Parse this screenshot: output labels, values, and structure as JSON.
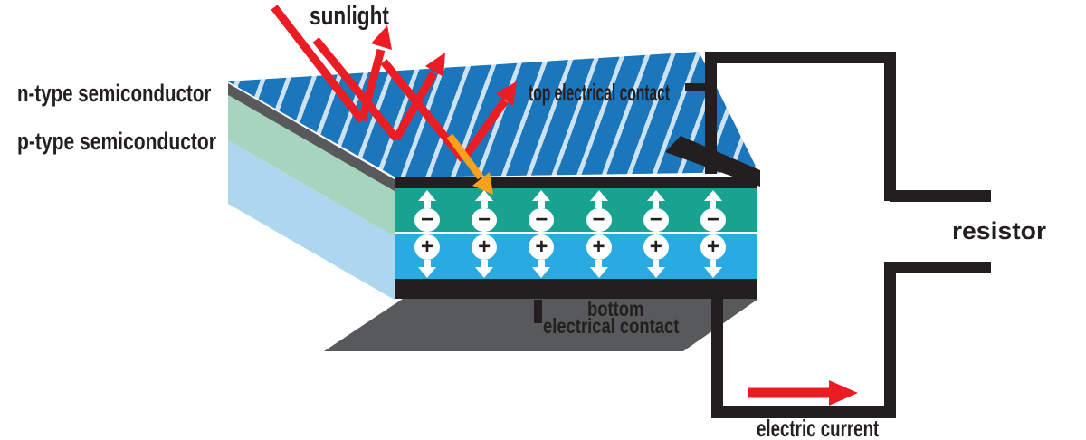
{
  "diagram": {
    "labels": {
      "sunlight": "sunlight",
      "top_contact": "top electrical contact",
      "n_type": "n-type semiconductor",
      "p_type": "p-type semiconductor",
      "bottom_contact_line1": "bottom",
      "bottom_contact_line2": "electrical contact",
      "resistor": "resistor",
      "current": "electric current"
    },
    "symbols": {
      "negative": "−",
      "positive": "+"
    },
    "colors": {
      "panel_top_blue": "#1C76BC",
      "panel_stripe": "#CDE3F3",
      "n_layer_teal": "#17A390",
      "p_layer_blue": "#29ABE2",
      "side_green": "#A7D4BE",
      "side_pale_blue": "#ACD7EF",
      "edge_gray": "#58595B",
      "contact_and_wire_black": "#231F20",
      "sunlight_red": "#EC1C24",
      "photon_orange": "#F9A11B"
    }
  }
}
